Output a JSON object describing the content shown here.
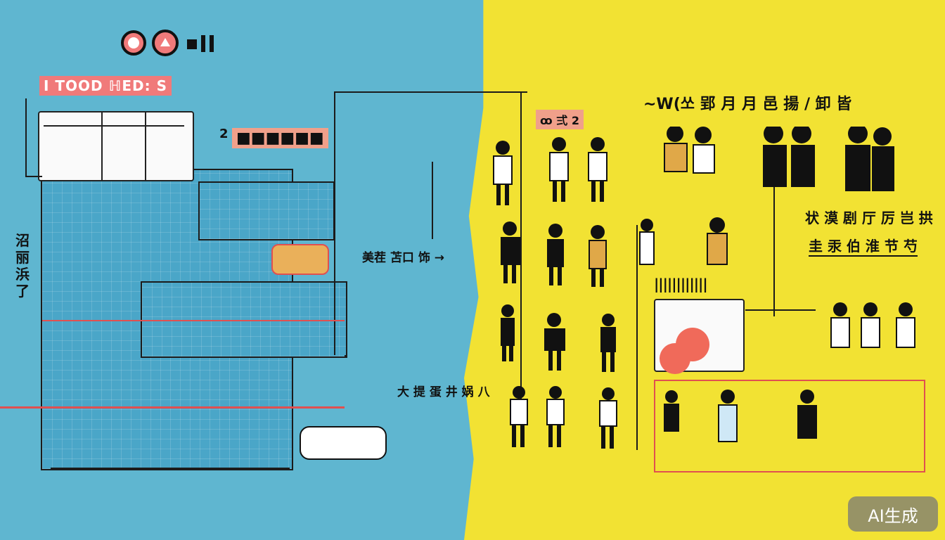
{
  "left_panel": {
    "header_tag": "I TOOD ℍED: S",
    "side_label_lines": [
      "沼",
      "丽",
      "浜",
      "了"
    ],
    "note_small": "2",
    "arrow_label_1": "美茬 苫口 饰",
    "arrow_label_2": "大 提 蛋 井 娲 八"
  },
  "right_panel": {
    "title": "~W(쏘 郢 月 月 邑 揚 /  卸 皆",
    "subtitle_tag": "ꝏ 弍 2",
    "caption_line_1": "状 漠 剧 厅 厉 岂 拱",
    "caption_line_2": "圭 汞 伯 淮 节 芍",
    "barcode_label": "||||||||||||"
  },
  "watermark": {
    "label": "AI生成"
  },
  "colors": {
    "left_bg": "#5fb6d0",
    "right_bg": "#f2e233",
    "accent_red": "#e05050",
    "ink": "#111111"
  }
}
